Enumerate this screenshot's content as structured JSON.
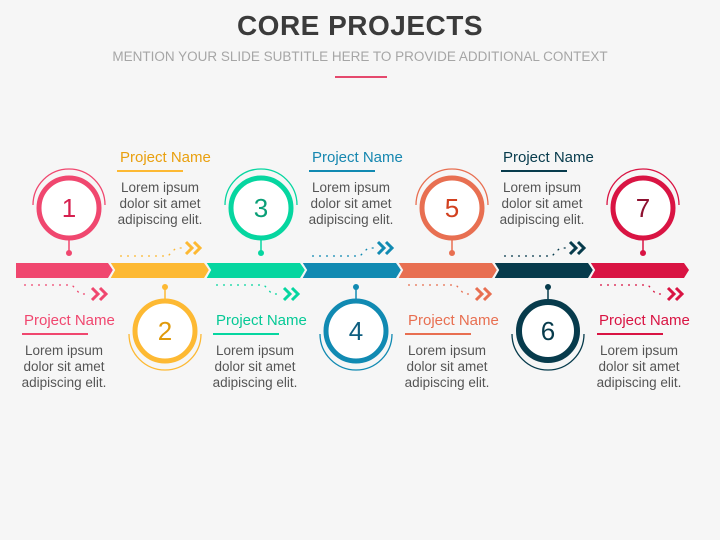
{
  "header": {
    "title": "CORE PROJECTS",
    "subtitle": "MENTION YOUR SLIDE SUBTITLE HERE TO PROVIDE ADDITIONAL CONTEXT",
    "accent_rule_color": "#e5496d"
  },
  "timeline": {
    "segments": [
      {
        "color": "#f0476f"
      },
      {
        "color": "#fdb933"
      },
      {
        "color": "#06d6a0"
      },
      {
        "color": "#118ab2"
      },
      {
        "color": "#e86f51"
      },
      {
        "color": "#073b4c"
      },
      {
        "color": "#d91443"
      }
    ]
  },
  "projects": [
    {
      "number": "1",
      "position": "top",
      "name": "Project Name",
      "description": [
        "Lorem ipsum",
        "dolor sit amet",
        "adipiscing elit."
      ],
      "color": "#f0476f",
      "number_color": "#d6204f"
    },
    {
      "number": "2",
      "position": "bottom",
      "name": "Project Name",
      "description": [
        "Lorem ipsum",
        "dolor sit amet",
        "adipiscing elit."
      ],
      "color": "#fdb933",
      "number_color": "#e09a0a"
    },
    {
      "number": "3",
      "position": "top",
      "name": "Project Name",
      "description": [
        "Lorem ipsum",
        "dolor sit amet",
        "adipiscing elit."
      ],
      "color": "#06d6a0",
      "number_color": "#0a9f77"
    },
    {
      "number": "4",
      "position": "bottom",
      "name": "Project Name",
      "description": [
        "Lorem ipsum",
        "dolor sit amet",
        "adipiscing elit."
      ],
      "color": "#118ab2",
      "number_color": "#0f5f80"
    },
    {
      "number": "5",
      "position": "top",
      "name": "Project Name",
      "description": [
        "Lorem ipsum",
        "dolor sit amet",
        "adipiscing elit."
      ],
      "color": "#e86f51",
      "number_color": "#d2401f"
    },
    {
      "number": "6",
      "position": "bottom",
      "name": "Project Name",
      "description": [
        "Lorem ipsum",
        "dolor sit amet",
        "adipiscing elit."
      ],
      "color": "#073b4c",
      "number_color": "#073b4c"
    },
    {
      "number": "7",
      "position": "top",
      "name": "Project Name",
      "description": [
        "Lorem ipsum",
        "dolor sit amet",
        "adipiscing elit."
      ],
      "color": "#d91443",
      "number_color": "#8e1030"
    }
  ],
  "project_labels": {
    "p1": {
      "number": "1",
      "name": "Project Name",
      "l1": "Lorem ipsum",
      "l2": "dolor sit amet",
      "l3": "adipiscing elit."
    },
    "p2": {
      "number": "2",
      "name": "Project Name",
      "l1": "Lorem ipsum",
      "l2": "dolor sit amet",
      "l3": "adipiscing elit."
    },
    "p3": {
      "number": "3",
      "name": "Project Name",
      "l1": "Lorem ipsum",
      "l2": "dolor sit amet",
      "l3": "adipiscing elit."
    },
    "p4": {
      "number": "4",
      "name": "Project Name",
      "l1": "Lorem ipsum",
      "l2": "dolor sit amet",
      "l3": "adipiscing elit."
    },
    "p5": {
      "number": "5",
      "name": "Project Name",
      "l1": "Lorem ipsum",
      "l2": "dolor sit amet",
      "l3": "adipiscing elit."
    },
    "p6": {
      "number": "6",
      "name": "Project Name",
      "l1": "Lorem ipsum",
      "l2": "dolor sit amet",
      "l3": "adipiscing elit."
    },
    "p7": {
      "number": "7",
      "name": "Project Name",
      "l1": "Lorem ipsum",
      "l2": "dolor sit amet",
      "l3": "adipiscing elit."
    }
  }
}
